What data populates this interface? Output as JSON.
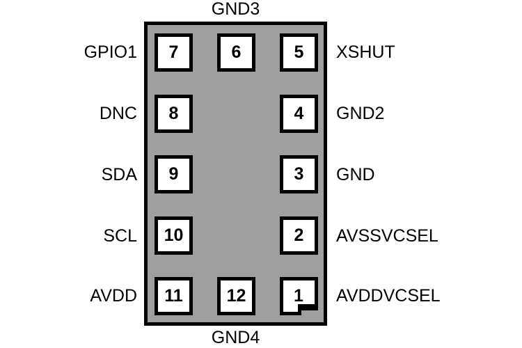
{
  "diagram": {
    "top_label": "GND3",
    "bottom_label": "GND4",
    "pins": [
      {
        "number": "1",
        "label": "AVDDVCSEL",
        "side": "right",
        "row": 5
      },
      {
        "number": "2",
        "label": "AVSSVCSEL",
        "side": "right",
        "row": 4
      },
      {
        "number": "3",
        "label": "GND",
        "side": "right",
        "row": 3
      },
      {
        "number": "4",
        "label": "GND2",
        "side": "right",
        "row": 2
      },
      {
        "number": "5",
        "label": "XSHUT",
        "side": "right",
        "row": 1
      },
      {
        "number": "6",
        "label": "GND3",
        "side": "top",
        "row": 1
      },
      {
        "number": "7",
        "label": "GPIO1",
        "side": "left",
        "row": 1
      },
      {
        "number": "8",
        "label": "DNC",
        "side": "left",
        "row": 2
      },
      {
        "number": "9",
        "label": "SDA",
        "side": "left",
        "row": 3
      },
      {
        "number": "10",
        "label": "SCL",
        "side": "left",
        "row": 4
      },
      {
        "number": "11",
        "label": "AVDD",
        "side": "left",
        "row": 5
      },
      {
        "number": "12",
        "label": "GND4",
        "side": "bottom",
        "row": 5
      }
    ],
    "colors": {
      "body_fill": "#9f9f9f",
      "pad_fill": "#ffffff",
      "outline": "#000000",
      "text": "#000000"
    }
  }
}
